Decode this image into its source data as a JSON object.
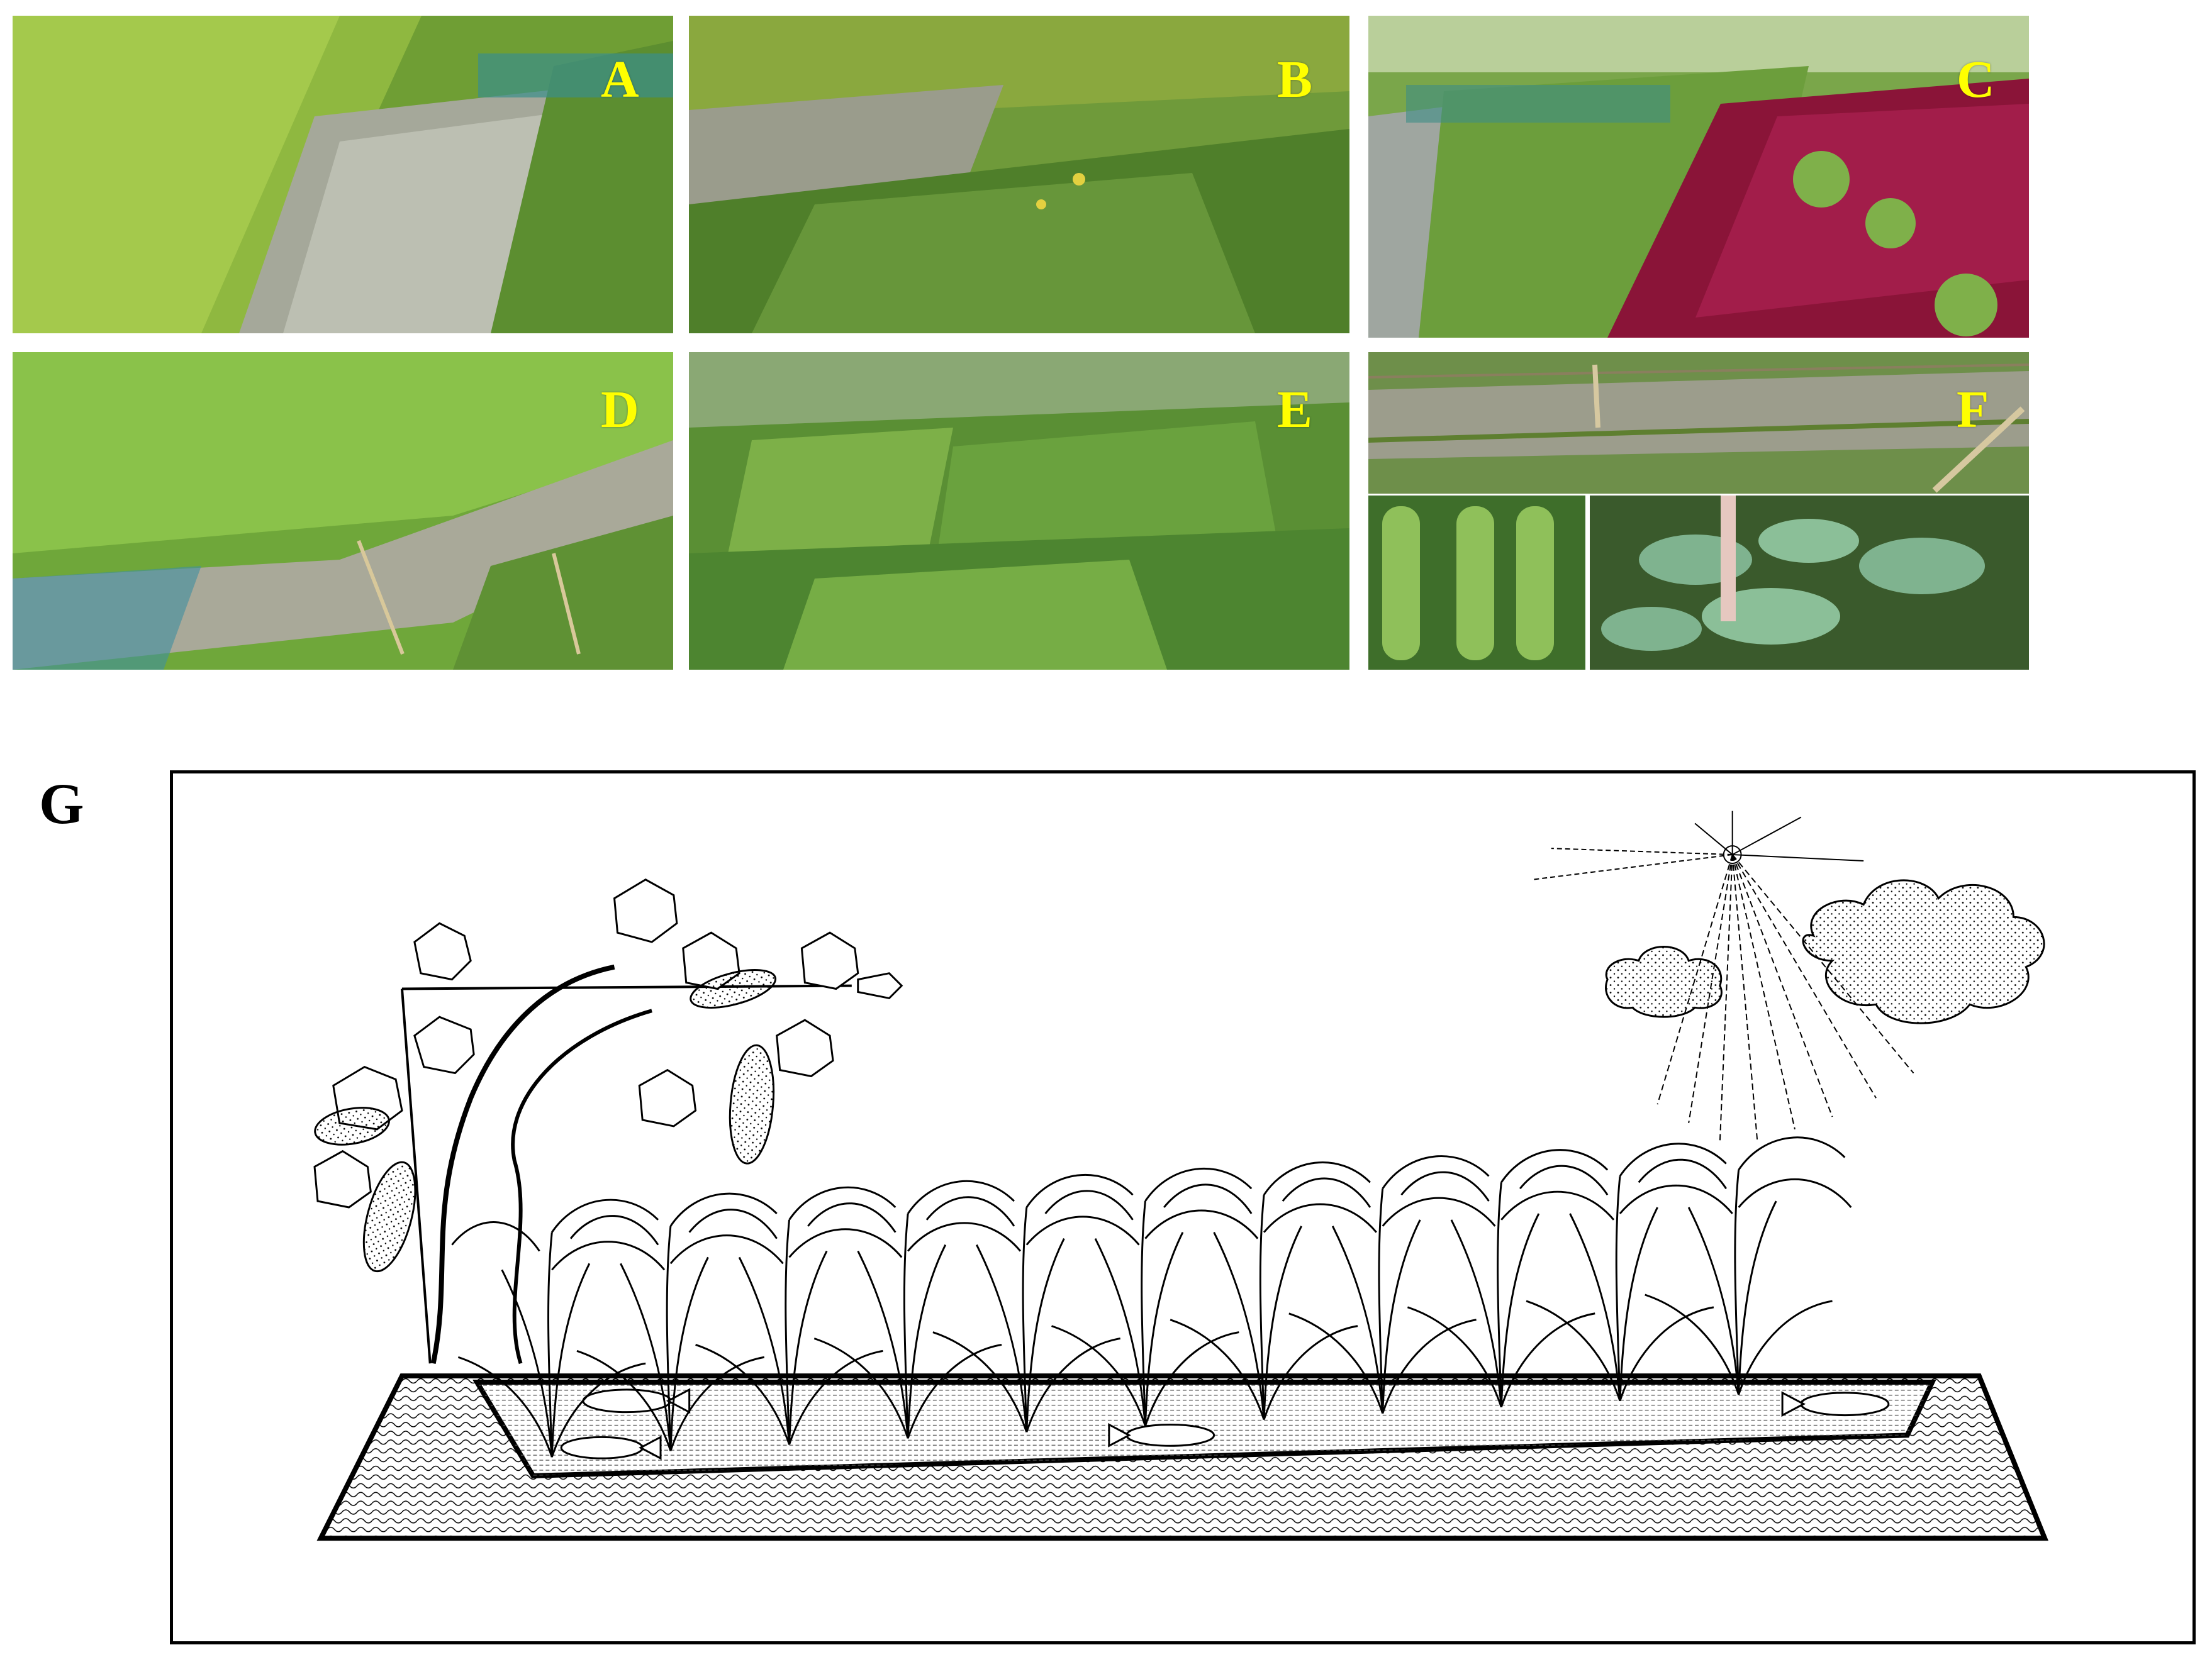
{
  "panels": [
    {
      "id": "A",
      "label": "A",
      "scene": "rice-field-water-channel"
    },
    {
      "id": "B",
      "label": "B",
      "scene": "weedy-water-channel"
    },
    {
      "id": "C",
      "label": "C",
      "scene": "red-amaranth-vegetable-bed"
    },
    {
      "id": "D",
      "label": "D",
      "scene": "rice-field-with-net"
    },
    {
      "id": "E",
      "label": "E",
      "scene": "water-spinach-bed"
    },
    {
      "id": "F",
      "label": "F",
      "scene": "trellis-cucumber-and-pumpkin"
    },
    {
      "id": "G",
      "label": "G",
      "scene": "rice-fish-vegetable-diagram"
    }
  ],
  "colors": {
    "panel_letter": "#ffff00",
    "rice_green": "#5f9a2c",
    "water": "#8e8f82",
    "amaranth_red": "#8a1438",
    "line_art": "#000000"
  }
}
